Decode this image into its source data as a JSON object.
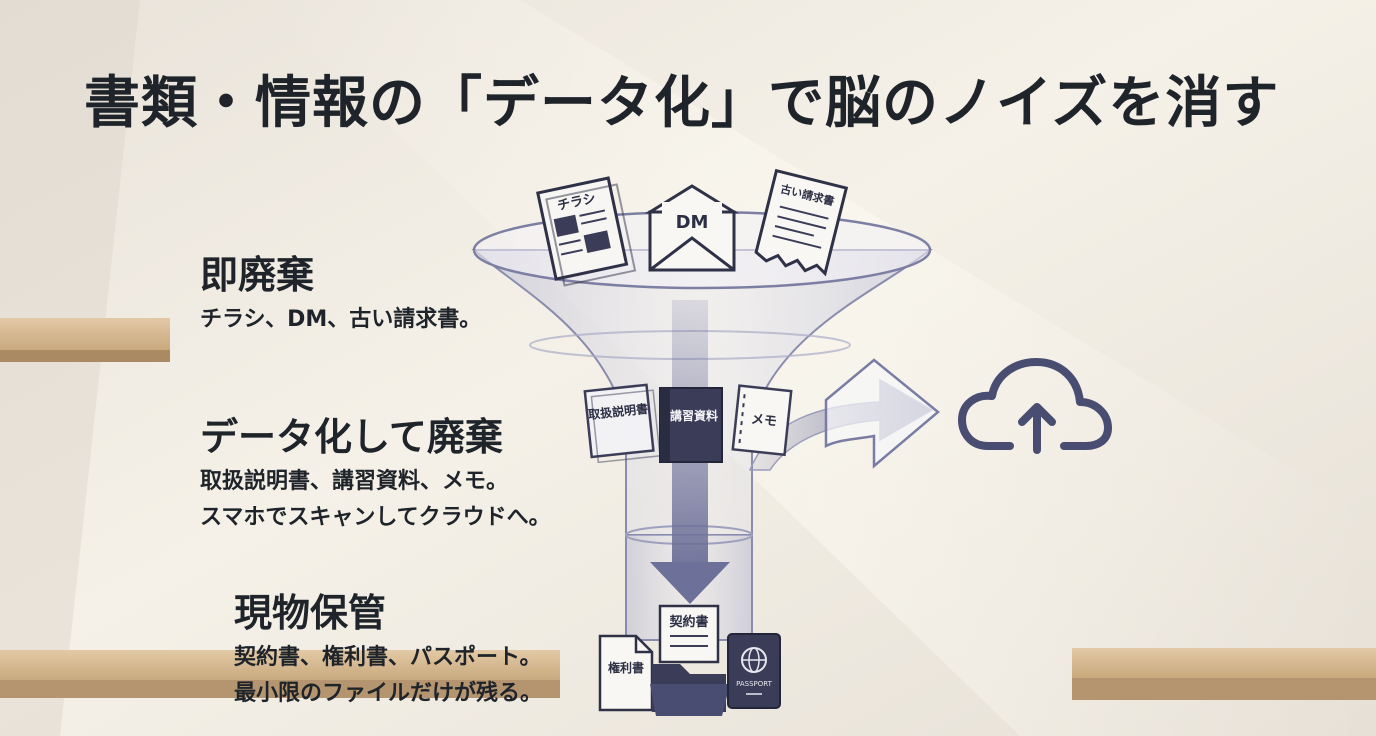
{
  "title": "書類・情報の「データ化」で脳のノイズを消す",
  "sections": [
    {
      "heading": "即廃棄",
      "lines": [
        "チラシ、DM、古い請求書。"
      ]
    },
    {
      "heading": "データ化して廃棄",
      "lines": [
        "取扱説明書、講習資料、メモ。",
        "スマホでスキャンしてクラウドへ。"
      ]
    },
    {
      "heading": "現物保管",
      "lines": [
        "契約書、権利書、パスポート。",
        "最小限のファイルだけが残る。"
      ]
    }
  ],
  "funnel_items": {
    "top": [
      "チラシ",
      "DM",
      "古い請求書"
    ],
    "middle": [
      "取扱説明書",
      "講習資料",
      "メモ"
    ],
    "bottom": [
      "契約書",
      "権利書",
      "PASSPORT"
    ]
  },
  "icons": [
    "flyer-icon",
    "envelope-icon",
    "invoice-icon",
    "manual-icon",
    "binder-icon",
    "notebook-icon",
    "cloud-upload-icon",
    "contract-icon",
    "folder-icon",
    "passport-icon"
  ],
  "colors": {
    "accent": "#4a4d72",
    "text": "#1f242a",
    "background": "#ece7df",
    "shelf": "#d8bf9b"
  }
}
